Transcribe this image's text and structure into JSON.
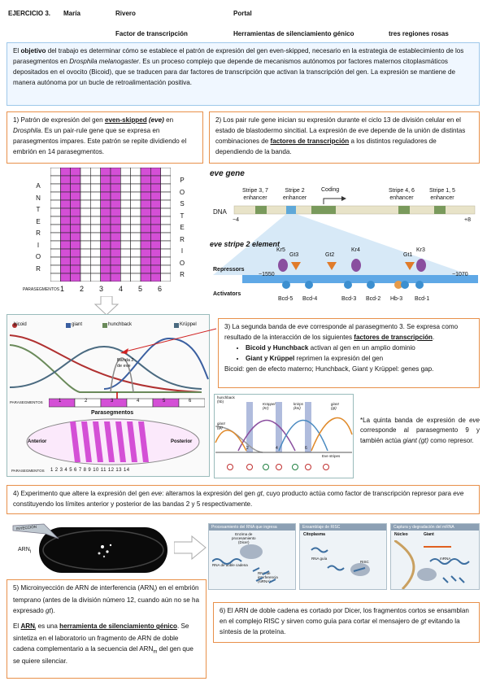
{
  "header": {
    "exercise": "EJERCICIO 3.",
    "name1": "María",
    "name2": "Rivero",
    "name3": "Portal",
    "tag1": "Factor de transcripción",
    "tag2": "Herramientas de silenciamiento génico",
    "tag3": "tres regiones rosas"
  },
  "objective": {
    "p1": "El ",
    "p1b": "objetivo",
    "p2": " del trabajo es determinar cómo se establece el patrón de expresión del gen even-skipped, necesario en la estrategia de establecimiento de los parasegmentos en ",
    "p2i": "Drosphila melanogaster",
    "p3": ". Es un proceso complejo que depende de mecanismos autónomos por factores maternos citoplasmáticos depositados en el ovocito (Bicoid), que se traducen para dar factores de transcripción que activan la transcripción del gen. La expresión se mantiene de manera autónoma por un bucle de retroalimentación positiva."
  },
  "box1": {
    "n": "1) Patrón de expresión del gen ",
    "gene": "even-skipped",
    "eve": " (eve)",
    "t2": " en ",
    "sp": "Drosphila",
    "t3": ". Es un pair-rule gene que se expresa en parasegmentos impares. Este patrón se repite dividiendo el embrión en 14 parasegmentos."
  },
  "box2": {
    "t1": "2) Los pair rule gene inician su expresión durante el ciclo 13 de división celular en el estado de blastodermo sincitial. La expresión de ",
    "eve": "eve",
    "t2": " depende de la unión de distintas combinaciones de ",
    "ft": "factores de transcripción",
    "t3": " a los distintos reguladores de dependiendo de la banda."
  },
  "grid": {
    "left": "A\nN\nT\nE\nR\nI\nO\nR",
    "right": "P\nO\nS\nT\nE\nR\nI\nO\nR",
    "caption": "PARASEGMENTOS",
    "numbers": [
      "1",
      "2",
      "3",
      "4",
      "5",
      "6"
    ],
    "pink_columns": [
      1,
      2,
      5,
      6,
      9,
      10
    ]
  },
  "eve_gene": {
    "title": "eve gene",
    "enh1": "Stripe 3, 7\nenhancer",
    "enh2": "Stripe 2\nenhancer",
    "coding": "Coding",
    "enh3": "Stripe 4, 6\nenhancer",
    "enh4": "Stripe 1, 5\nenhancer",
    "dna": "DNA",
    "m4": "−4",
    "p8": "+8",
    "element_title": "eve stripe 2 element",
    "repressors": "Repressors",
    "activators": "Activators",
    "left_coord": "−1550",
    "right_coord": "−1070",
    "rep_labels": [
      "Kr5",
      "Gt3",
      "Gt2",
      "Kr4",
      "Gt1",
      "Kr3"
    ],
    "act_labels": [
      "Bcd-5",
      "Bcd-4",
      "Bcd-3",
      "Bcd-2",
      "Hb-3",
      "Bcd-1"
    ]
  },
  "gradient": {
    "legend": [
      "bicoid",
      "giant",
      "hunchback",
      "Krüppel"
    ],
    "band": "Banda 2\nde eve",
    "caption1": "PARASEGMENTOS",
    "segments": [
      "1",
      "2",
      "3",
      "4",
      "5",
      "6"
    ],
    "parasegmentos": "Parasegmentos",
    "anterior": "Anterior",
    "posterior": "Posterior",
    "caption2": "PARASEGMENTOS",
    "numbers14": "1 2 3 4 5 6 7 8 9 10 11 12 13 14"
  },
  "box3": {
    "t1": "3) La segunda banda de ",
    "eve": "eve",
    "t2": " corresponde al parasegmento 3. Se expresa como resultado de la interacción de los siguientes ",
    "ft": "factores de transcripción",
    "t3": ".",
    "li1a": "Bicoid y Hunchback",
    "li1b": " activan al gen en un amplio dominio",
    "li2a": "Giant y Krüppel",
    "li2b": " reprimen la expresión del gen",
    "foot": "Bicoid: gen de efecto materno; Hunchback, Giant y Krüppel: genes gap."
  },
  "mini_chart": {
    "labels": [
      "hunchback\n(hb)",
      "Krüppel\n(Kr)",
      "knirps\n(kni)",
      "giant\n(gt)",
      "giant\n(gt)"
    ],
    "eve_stripes": "Eve stripes",
    "stripe_nums": [
      "1",
      "2",
      "3",
      "4",
      "5",
      "6",
      "7"
    ]
  },
  "note5": {
    "t1": "*La quinta banda de expresión de ",
    "eve": "eve",
    "t2": " corresponde al parasegmento 9 y también actúa ",
    "gt": "giant (gt)",
    "t3": " como represor."
  },
  "box4": {
    "t1": "4) Experimento que altere la expresión del gen ",
    "eve": "eve",
    "t2": ": alteramos la expresión del gen ",
    "gt": "gt",
    "t3": ", cuyo producto actúa como factor de transcripción represor para ",
    "eve2": "eve",
    "t4": " constituyendo los límites anterior y posterior de las bandas 2 y 5 respectivamente."
  },
  "injection": {
    "needle": "INYECCIÓN",
    "arn": "ARN",
    "arn_sub": "i"
  },
  "rnai_panels": {
    "p1": "Procesamiento del RNA que ingresa",
    "p1a": "Enzima de\nprocesamiento\n(Dicer)",
    "p1b": "RNA de doble cadena",
    "p1c": "RNA de\ninterferencia\n(siRNA)",
    "p2": "Ensamblaje de RISC",
    "p2a": "Citoplasma",
    "p2b": "RNA guía",
    "p2c": "RISC",
    "p3": "Captura y degradación del mRNA",
    "p3a": "Núcleo",
    "p3b": "Giant",
    "p3c": "mRNA"
  },
  "box5": {
    "t1": "5) Microinyección de ARN de interferencia (ARN",
    "sub": "i",
    "t2": ") en el embrión temprano (antes de la división número 12, cuando aún no se ha expresado ",
    "gt": "gt",
    "t3": ").",
    "t4": "El ",
    "arn": "ARN",
    "sub2": "i",
    "t5": " es una ",
    "herr": "herramienta de silenciamiento génico",
    "t6": ". Se sintetiza en el laboratorio un fragmento de ARN de doble cadena complementario a la secuencia del ARN",
    "sub3": "m",
    "t7": " del gen que se quiere silenciar."
  },
  "box6": {
    "t1": "6) El ARN de doble cadena es cortado por Dicer, los fragmentos cortos se ensamblan en el complejo RISC y sirven como guía para cortar el mensajero de ",
    "gt": "gt",
    "t2": " evitando la síntesis de la proteína."
  },
  "colors": {
    "pink": "#d44fd6",
    "orange_border": "#e8904a",
    "blue_border": "#9ec8ea"
  }
}
